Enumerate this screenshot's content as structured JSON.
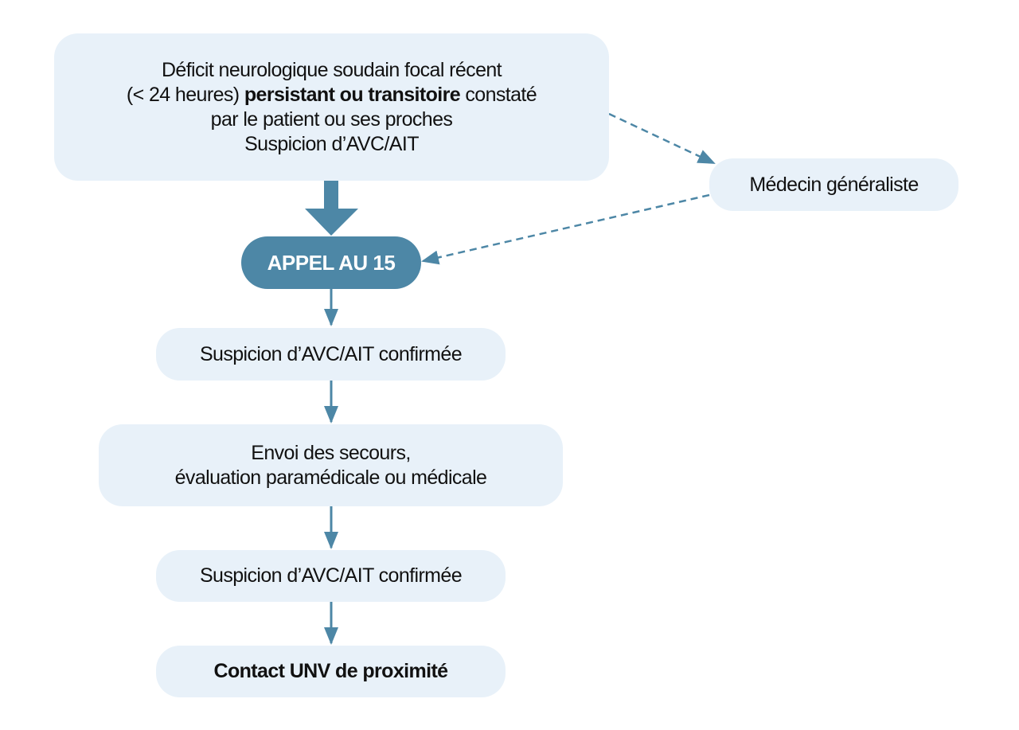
{
  "colors": {
    "accent": "#4d87a6",
    "box_fill": "#e8f1f9"
  },
  "top_box": {
    "line1": "Déficit neurologique soudain focal récent",
    "line2_pre": "(< 24 heures) ",
    "line2_bold": "persistant ou transitoire",
    "line2_post": " constaté",
    "line3": "par le patient ou ses proches",
    "line4": "Suspicion d’AVC/AIT"
  },
  "gp_box": "Médecin généraliste",
  "call_box": "APPEL AU 15",
  "confirm1": "Suspicion d’AVC/AIT confirmée",
  "dispatch": {
    "line1": "Envoi des secours,",
    "line2": "évaluation paramédicale ou médicale"
  },
  "confirm2": "Suspicion d’AVC/AIT confirmée",
  "contact": "Contact UNV de proximité"
}
